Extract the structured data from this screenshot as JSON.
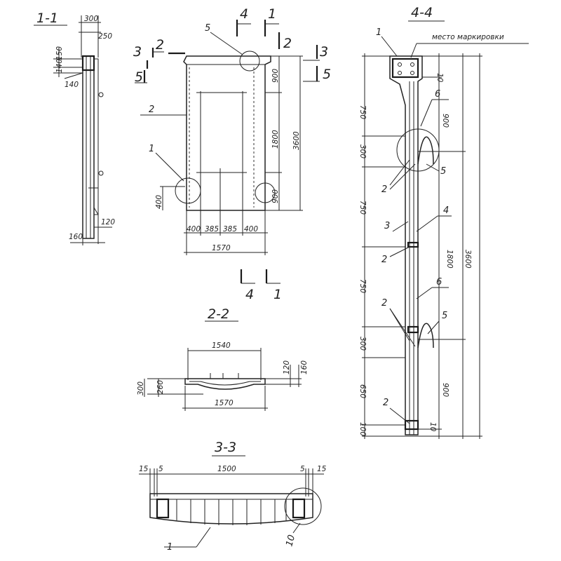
{
  "titles": {
    "sec_1_1": "1-1",
    "sec_2_2": "2-2",
    "sec_3_3": "3-3",
    "sec_4_4": "4-4"
  },
  "note_marking": "место маркировки",
  "view_1_1": {
    "dims": {
      "d300": "300",
      "d250": "250",
      "d150": "150",
      "d140a": "140",
      "d140b": "140",
      "d120": "120",
      "d160": "160"
    }
  },
  "plan": {
    "cut_marks": {
      "c2a": "2",
      "c2b": "2",
      "c3a": "3",
      "c3b": "3",
      "c4a": "4",
      "c4b": "4",
      "c1a": "1",
      "c1b": "1",
      "c5a": "5",
      "c5b": "5"
    },
    "callouts": {
      "p5": "5",
      "p2": "2",
      "p1": "1"
    },
    "dims": {
      "h900a": "900",
      "h1800": "1800",
      "h3600": "3600",
      "h900b": "900",
      "h400": "400",
      "w400a": "400",
      "w385a": "385",
      "w385b": "385",
      "w400b": "400",
      "w1570": "1570"
    }
  },
  "section_2_2": {
    "dims": {
      "w1540": "1540",
      "w1570": "1570",
      "h300": "300",
      "h260": "260",
      "h120": "120",
      "h160": "160"
    }
  },
  "section_3_3": {
    "dims": {
      "d15a": "15",
      "d5a": "5",
      "d1500": "1500",
      "d5b": "5",
      "d15b": "15"
    },
    "callouts": {
      "c1": "1",
      "c10": "10"
    }
  },
  "section_4_4": {
    "callouts": {
      "k1": "1",
      "k6a": "6",
      "k5a": "5",
      "k2a": "2",
      "k3": "3",
      "k4": "4",
      "k2b": "2",
      "k6b": "6",
      "k2c": "2",
      "k5b": "5",
      "k2d": "2"
    },
    "dims": {
      "l750a": "750",
      "l300a": "300",
      "l750b": "750",
      "l750c": "750",
      "l300b": "300",
      "l650": "650",
      "l100": "100",
      "r10a": "10",
      "r900a": "900",
      "r1800": "1800",
      "r3600": "3600",
      "r900b": "900",
      "r10b": "10"
    }
  }
}
